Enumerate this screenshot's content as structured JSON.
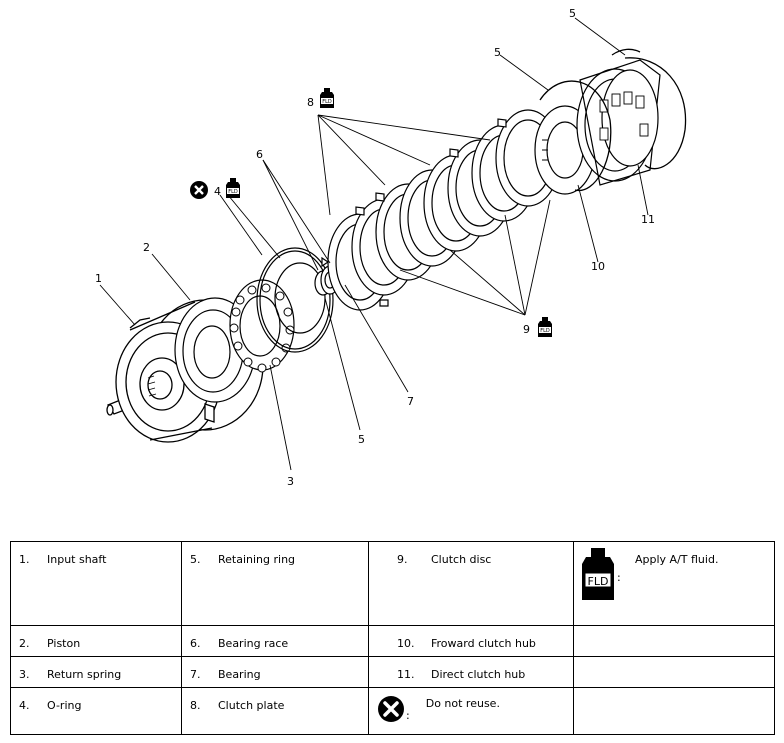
{
  "callouts": {
    "c1": "1",
    "c2": "2",
    "c3": "3",
    "c4": "4",
    "c5a": "5",
    "c5b": "5",
    "c5c": "5",
    "c6": "6",
    "c7": "7",
    "c8": "8",
    "c9": "9",
    "c10": "10",
    "c11": "11"
  },
  "icons": {
    "fluid": "fluid-bottle-icon",
    "fluid_label": "FLD",
    "no_reuse": "do-not-reuse-icon"
  },
  "legend": {
    "rows": [
      [
        {
          "num": "1.",
          "text": "Input shaft"
        },
        {
          "num": "5.",
          "text": "Retaining ring"
        },
        {
          "num": "9.",
          "text": "Clutch disc"
        },
        {
          "num": ":",
          "text": "Apply A/T fluid."
        }
      ],
      [
        {
          "num": "2.",
          "text": "Piston"
        },
        {
          "num": "6.",
          "text": "Bearing race"
        },
        {
          "num": "10.",
          "text": "Froward clutch hub"
        },
        {
          "num": "",
          "text": ""
        }
      ],
      [
        {
          "num": "3.",
          "text": "Return spring"
        },
        {
          "num": "7.",
          "text": "Bearing"
        },
        {
          "num": "11.",
          "text": "Direct clutch hub"
        },
        {
          "num": "",
          "text": ""
        }
      ],
      [
        {
          "num": "4.",
          "text": "O-ring"
        },
        {
          "num": "8.",
          "text": "Clutch plate"
        },
        {
          "num": ":",
          "text": "Do not reuse."
        },
        {
          "num": "",
          "text": ""
        }
      ]
    ]
  }
}
